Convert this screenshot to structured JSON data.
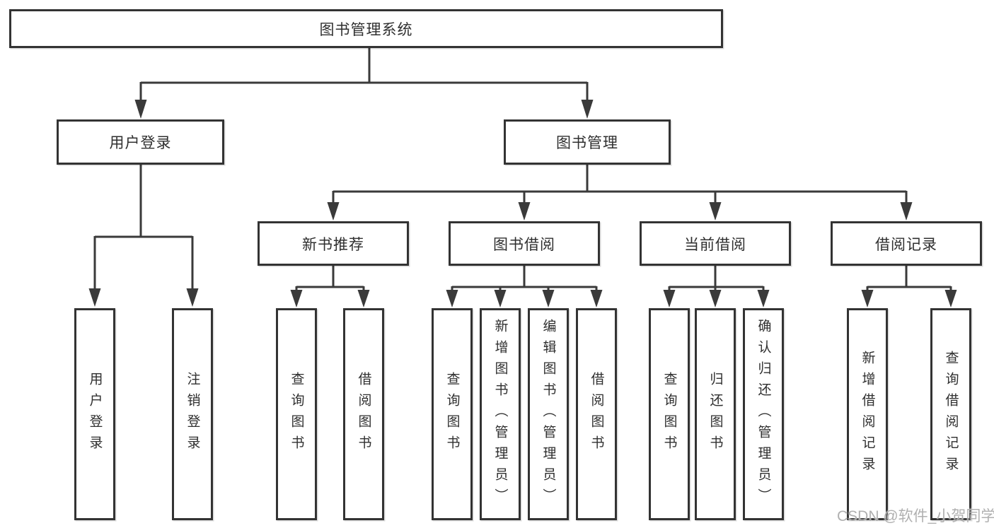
{
  "diagram": {
    "title": "图书管理系统",
    "root": {
      "label": "图书管理系统"
    },
    "level2": [
      {
        "label": "用户登录"
      },
      {
        "label": "图书管理"
      }
    ],
    "level3": [
      {
        "label": "新书推荐"
      },
      {
        "label": "图书借阅"
      },
      {
        "label": "当前借阅"
      },
      {
        "label": "借阅记录"
      }
    ],
    "leaves": {
      "user_login": [
        "用户登录",
        "注销登录"
      ],
      "new_books": [
        "查询图书",
        "借阅图书"
      ],
      "book_borrow": [
        "查询图书",
        "新增图书（管理员）",
        "编辑图书（管理员）",
        "借阅图书"
      ],
      "current_borrow": [
        "查询图书",
        "归还图书",
        "确认归还（管理员）"
      ],
      "borrow_records": [
        "新增借阅记录",
        "查询借阅记录"
      ]
    }
  },
  "watermark": "CSDN @软件_小贺同学",
  "colors": {
    "line": "#3a3a3a",
    "border": "#333333",
    "text": "#2f2f2f",
    "watermark": "#acacac",
    "background": "#ffffff"
  }
}
